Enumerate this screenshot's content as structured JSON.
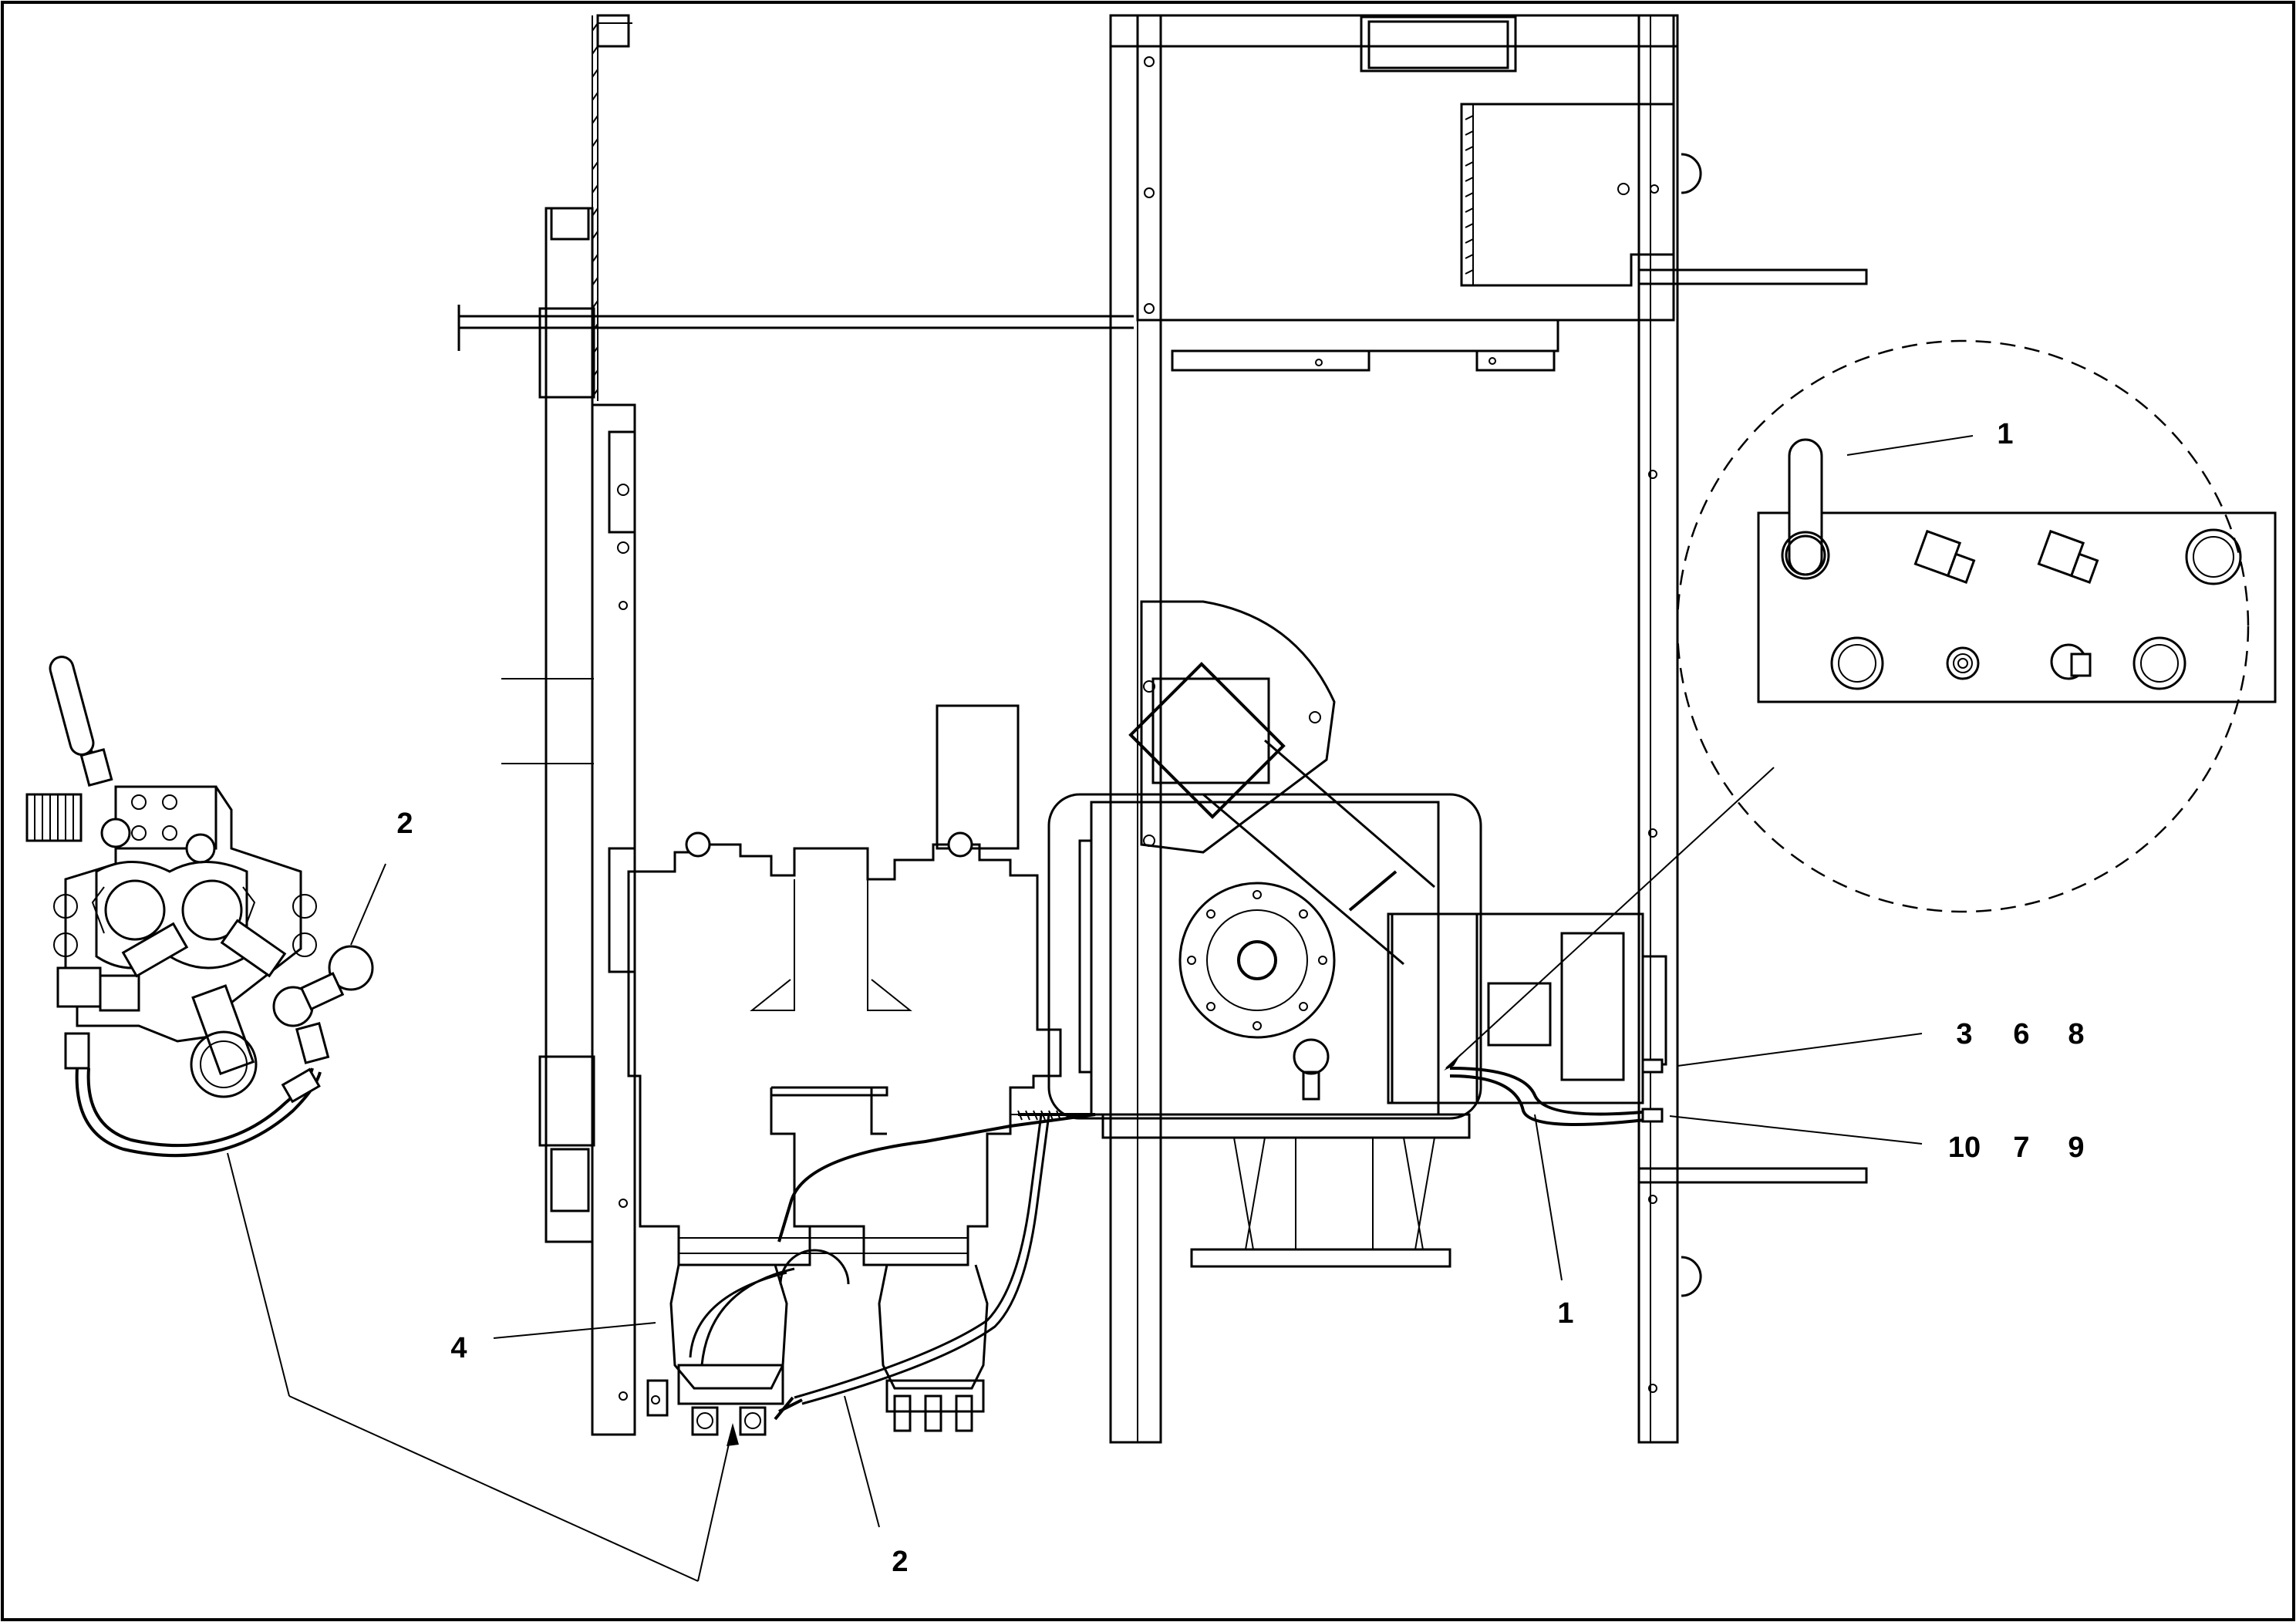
{
  "diagram": {
    "callouts": {
      "detail_hose_1": "1",
      "hose_1": "1",
      "left_fitting_2": "2",
      "bottom_fitting_2": "2",
      "group_3": "3",
      "group_6": "6",
      "group_8": "8",
      "group_10": "10",
      "group_7": "7",
      "group_9": "9",
      "hose_4": "4"
    },
    "colors": {
      "line": "#000000",
      "background": "#ffffff"
    }
  }
}
